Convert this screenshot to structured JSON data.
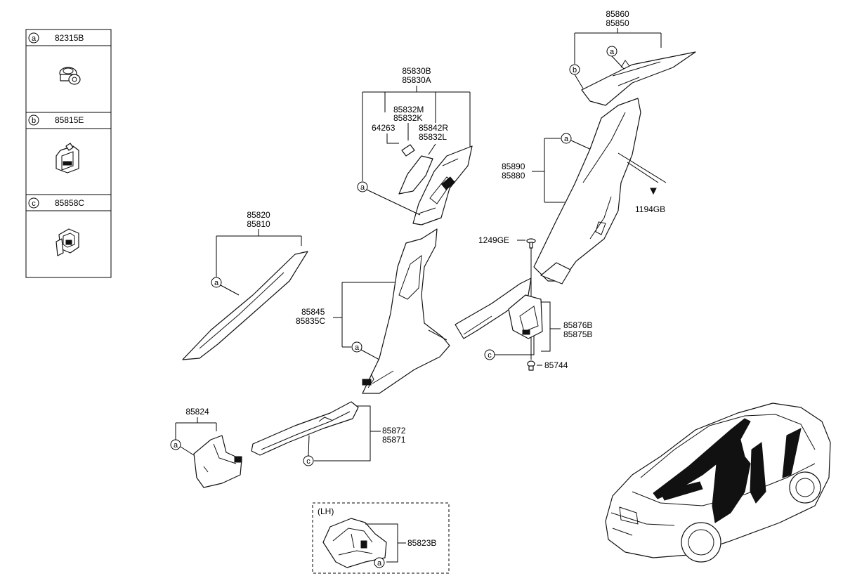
{
  "legend": [
    {
      "marker": "a",
      "part_number": "82315B"
    },
    {
      "marker": "b",
      "part_number": "85815E"
    },
    {
      "marker": "c",
      "part_number": "85858C"
    }
  ],
  "labels": {
    "upper_rear_pillar": [
      "85860",
      "85850"
    ],
    "b_pillar_upper": [
      "85830B",
      "85830A"
    ],
    "b_pillar_sub1": [
      "85832M",
      "85832K"
    ],
    "b_pillar_sub2": [
      "85842R",
      "85832L"
    ],
    "b_pillar_clip": "64263",
    "c_pillar": [
      "85890",
      "85880"
    ],
    "c_pillar_screw": "1194GB",
    "a_pillar": [
      "85820",
      "85810"
    ],
    "b_pillar_lower": [
      "85845",
      "85835C"
    ],
    "bolt": "1249GE",
    "rear_scuff": [
      "85876B",
      "85875B"
    ],
    "fastener": "85744",
    "cowl_side": "85824",
    "front_scuff": [
      "85872",
      "85871"
    ],
    "lh_box_title": "(LH)",
    "lh_part": "85823B"
  }
}
